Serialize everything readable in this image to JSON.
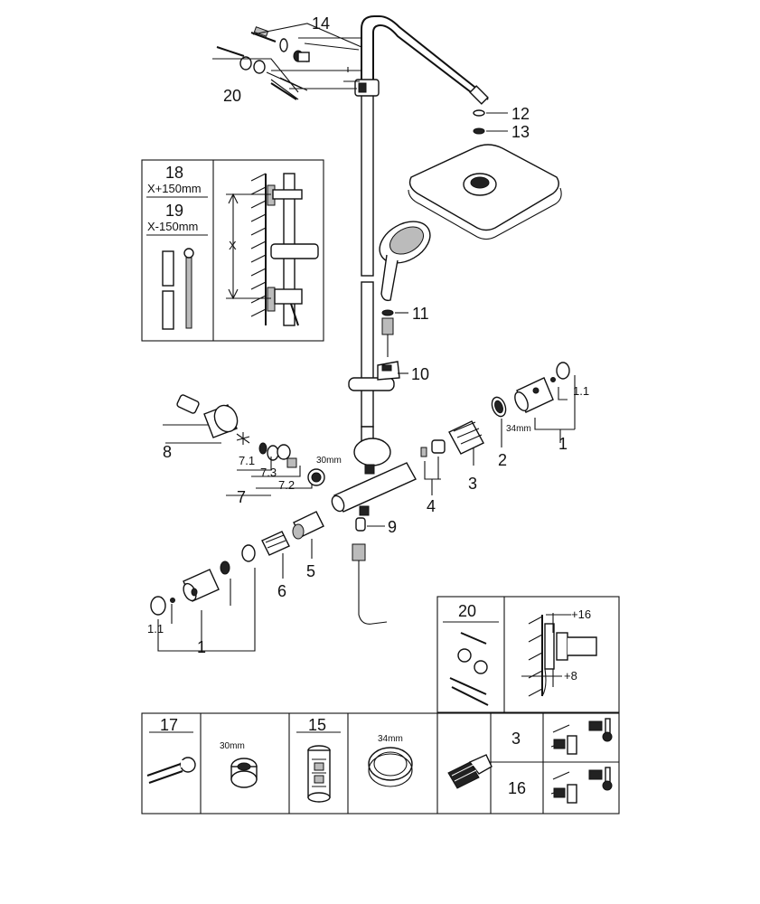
{
  "callouts": {
    "c14": "14",
    "c20": "20",
    "c12": "12",
    "c13": "13",
    "c11": "11",
    "c10": "10",
    "c1_right": "1",
    "c1_1_right": "1.1",
    "c2": "2",
    "c3": "3",
    "c4": "4",
    "c8": "8",
    "c7": "7",
    "c7_1": "7.1",
    "c7_2": "7.2",
    "c7_3": "7.3",
    "c9": "9",
    "c5": "5",
    "c6": "6",
    "c1_left": "1",
    "c1_1_left": "1.1"
  },
  "dimensions": {
    "nut_30": "30mm",
    "ring_34": "34mm",
    "x_mark": "X"
  },
  "box_18_19": {
    "n18": "18",
    "n18_text": "X+150mm",
    "n19": "19",
    "n19_text": "X-150mm"
  },
  "box_20": {
    "n20": "20",
    "plus16": "+16",
    "plus8": "+8"
  },
  "bottom_table": {
    "n17": "17",
    "nut_label": "30mm",
    "n15": "15",
    "ring_label": "34mm",
    "n3": "3",
    "n16": "16"
  },
  "icons": [
    "wrench-icon",
    "nut-icon",
    "cartridge-icon",
    "ring-icon",
    "thermo-cartridge-icon",
    "thermometer-icon"
  ]
}
